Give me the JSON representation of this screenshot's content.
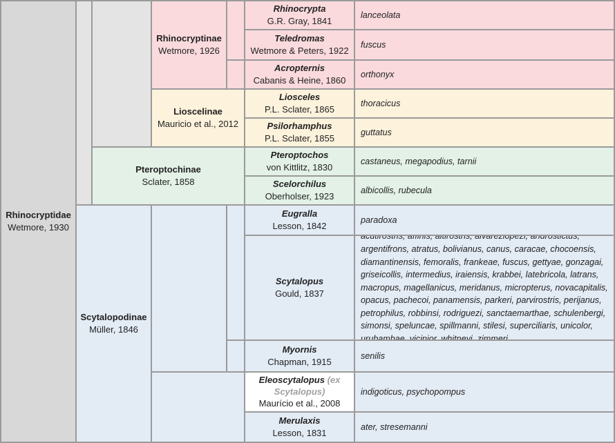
{
  "family": {
    "name": "Rhinocryptidae",
    "author": "Wetmore, 1930"
  },
  "subfamilies": {
    "rhinocryptinae": {
      "name": "Rhinocryptinae",
      "author": "Wetmore, 1926"
    },
    "liosceline": {
      "name": "Lioscelinae",
      "author": "Mauricio et al., 2012"
    },
    "pteroptochinae": {
      "name": "Pteroptochinae",
      "author": "Sclater, 1858"
    },
    "scytalopodinae": {
      "name": "Scytalopodinae",
      "author": "Müller, 1846"
    }
  },
  "genera": [
    {
      "name": "Rhinocrypta",
      "author": "G.R. Gray, 1841",
      "species": "lanceolata"
    },
    {
      "name": "Teledromas",
      "author": "Wetmore & Peters, 1922",
      "species": "fuscus"
    },
    {
      "name": "Acropternis",
      "author": "Cabanis & Heine, 1860",
      "species": "orthonyx"
    },
    {
      "name": "Liosceles",
      "author": "P.L. Sclater, 1865",
      "species": "thoracicus"
    },
    {
      "name": "Psilorhamphus",
      "author": "P.L. Sclater, 1855",
      "species": "guttatus"
    },
    {
      "name": "Pteroptochos",
      "author": "von Kittlitz, 1830",
      "species": "castaneus, megapodius, tarnii"
    },
    {
      "name": "Scelorchilus",
      "author": "Oberholser, 1923",
      "species": "albicollis, rubecula"
    },
    {
      "name": "Eugralla",
      "author": "Lesson, 1842",
      "species": "paradoxa"
    },
    {
      "name": "Scytalopus",
      "author": "Gould, 1837",
      "species": "acutirostris, affinis, altirostris, alvarezlopezi, androstictus, argentifrons, atratus, bolivianus, canus, caracae, chocoensis, diamantinensis, femoralis, frankeae, fuscus, gettyae, gonzagai, griseicollis, intermedius, iraiensis, krabbei, latebricola, latrans, macropus, magellanicus, meridanus, micropterus, novacapitalis, opacus, pachecoi, panamensis, parkeri, parvirostris, perijanus, petrophilus, robbinsi, rodriguezi, sanctaemarthae, schulenbergi, simonsi, speluncae, spillmanni, stilesi, superciliaris, unicolor, urubambae, vicinior, whitneyi, zimmeri"
    },
    {
      "name": "Myornis",
      "author": "Chapman, 1915",
      "species": "senilis"
    },
    {
      "name": "Eleoscytalopus",
      "name_note": "(ex Scytalopus)",
      "author": "Maurício et al., 2008",
      "species": "indigoticus, psychopompus"
    },
    {
      "name": "Merulaxis",
      "author": "Lesson, 1831",
      "species": "ater, stresemanni"
    }
  ],
  "colors": {
    "rhinocryptinae": "#fadadd",
    "lioscelinae": "#fdf2dc",
    "pteroptochinae": "#e3f1e6",
    "scytalopodinae": "#e3ebf5",
    "family": "#d8d8d8",
    "note_grey": "#a0a0a0"
  }
}
